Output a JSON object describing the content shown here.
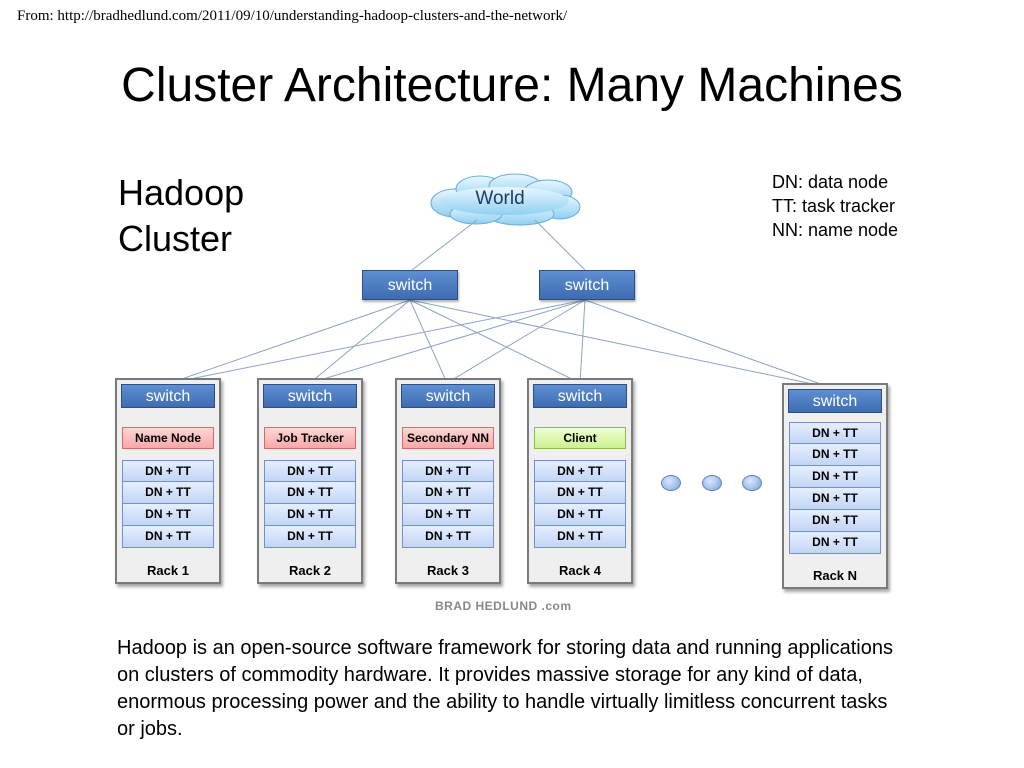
{
  "source_text": "From: http://bradhedlund.com/2011/09/10/understanding-hadoop-clusters-and-the-network/",
  "title": "Cluster Architecture: Many Machines",
  "diagram_heading_lines": [
    "Hadoop",
    "Cluster"
  ],
  "legend": [
    "DN: data node",
    "TT: task tracker",
    "NN: name node"
  ],
  "world_label": "World",
  "core_switches": [
    "switch",
    "switch"
  ],
  "racks": [
    {
      "switch": "switch",
      "role": "Name Node",
      "nodes": [
        "DN + TT",
        "DN + TT",
        "DN + TT",
        "DN + TT"
      ],
      "label": "Rack 1"
    },
    {
      "switch": "switch",
      "role": "Job Tracker",
      "nodes": [
        "DN + TT",
        "DN + TT",
        "DN + TT",
        "DN + TT"
      ],
      "label": "Rack 2"
    },
    {
      "switch": "switch",
      "role": "Secondary NN",
      "nodes": [
        "DN + TT",
        "DN + TT",
        "DN + TT",
        "DN + TT"
      ],
      "label": "Rack 3"
    },
    {
      "switch": "switch",
      "role": "Client",
      "nodes": [
        "DN + TT",
        "DN + TT",
        "DN + TT",
        "DN + TT"
      ],
      "label": "Rack 4"
    },
    {
      "switch": "switch",
      "role": "",
      "nodes": [
        "DN + TT",
        "DN + TT",
        "DN + TT",
        "DN + TT",
        "DN + TT",
        "DN + TT"
      ],
      "label": "Rack N"
    }
  ],
  "watermark": "BRAD HEDLUND .com",
  "description": "Hadoop is an open-source software framework for storing data and running applications on clusters of commodity hardware. It provides massive storage for any kind of data, enormous processing power and the ability to handle virtually limitless concurrent tasks or jobs."
}
